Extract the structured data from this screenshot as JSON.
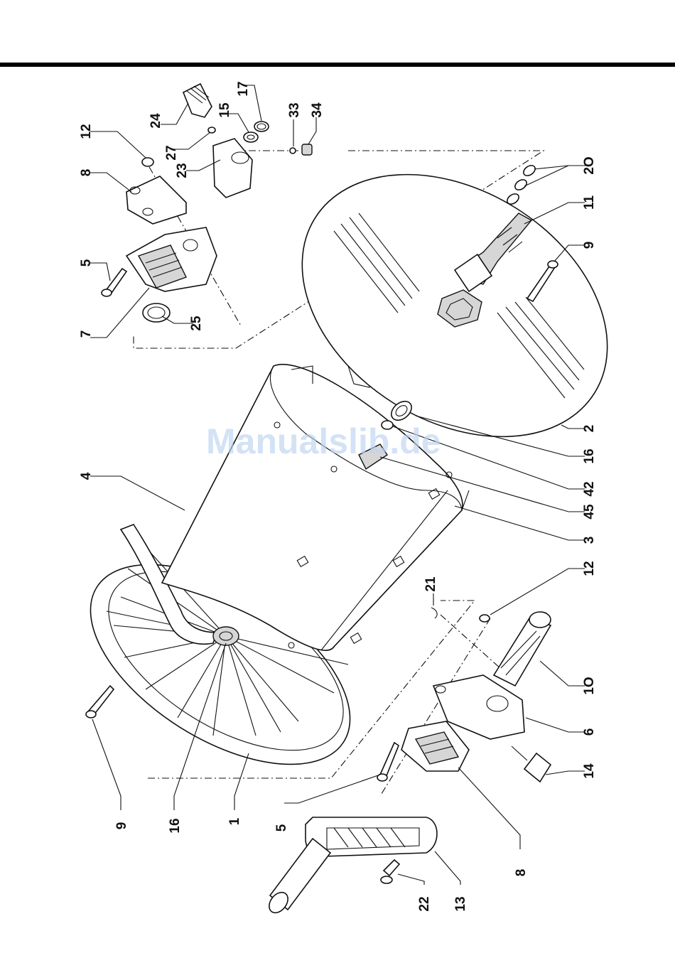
{
  "watermark": "Manualslib.de",
  "callouts": [
    {
      "id": "c24",
      "text": "24"
    },
    {
      "id": "c12a",
      "text": "12"
    },
    {
      "id": "c8a",
      "text": "8"
    },
    {
      "id": "c5a",
      "text": "5"
    },
    {
      "id": "c7",
      "text": "7"
    },
    {
      "id": "c25",
      "text": "25"
    },
    {
      "id": "c27",
      "text": "27"
    },
    {
      "id": "c23",
      "text": "23"
    },
    {
      "id": "c15",
      "text": "15"
    },
    {
      "id": "c17",
      "text": "17"
    },
    {
      "id": "c33",
      "text": "33"
    },
    {
      "id": "c34",
      "text": "34"
    },
    {
      "id": "c20",
      "text": "2O"
    },
    {
      "id": "c11",
      "text": "11"
    },
    {
      "id": "c9a",
      "text": "9"
    },
    {
      "id": "c2",
      "text": "2"
    },
    {
      "id": "c16a",
      "text": "16"
    },
    {
      "id": "c42",
      "text": "42"
    },
    {
      "id": "c45",
      "text": "45"
    },
    {
      "id": "c3",
      "text": "3"
    },
    {
      "id": "c12b",
      "text": "12"
    },
    {
      "id": "c10",
      "text": "1O"
    },
    {
      "id": "c6",
      "text": "6"
    },
    {
      "id": "c14",
      "text": "14"
    },
    {
      "id": "c4",
      "text": "4"
    },
    {
      "id": "c21",
      "text": "21"
    },
    {
      "id": "c9b",
      "text": "9"
    },
    {
      "id": "c16b",
      "text": "16"
    },
    {
      "id": "c1",
      "text": "1"
    },
    {
      "id": "c5b",
      "text": "5"
    },
    {
      "id": "c8b",
      "text": "8"
    },
    {
      "id": "c22",
      "text": "22"
    },
    {
      "id": "c13",
      "text": "13"
    }
  ]
}
